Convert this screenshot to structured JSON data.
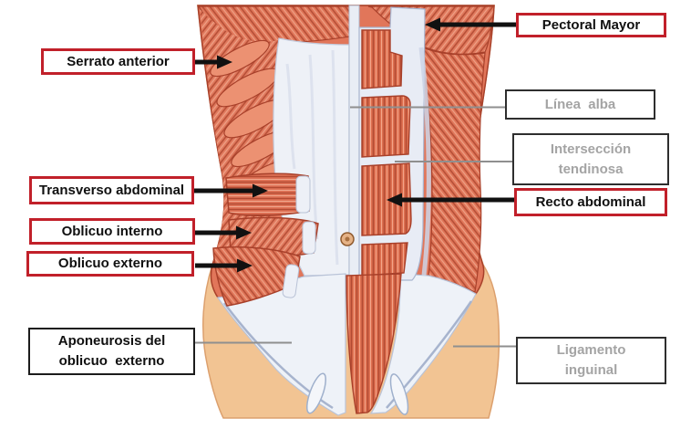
{
  "figure": {
    "subject": "Músculos del abdomen - diagrama anatómico etiquetado",
    "labels": {
      "pectoral_mayor": {
        "text": "Pectoral Mayor",
        "style": "red",
        "connector": "black-arrow"
      },
      "serrato_anterior": {
        "text": "Serrato anterior",
        "style": "red",
        "connector": "black-arrow"
      },
      "linea_alba": {
        "text": "Línea  alba",
        "style": "gray",
        "connector": "gray-line"
      },
      "interseccion_tendinosa": {
        "text": "Intersección\ntendinosa",
        "style": "gray",
        "connector": "gray-line"
      },
      "recto_abdominal": {
        "text": "Recto abdominal",
        "style": "red",
        "connector": "black-arrow"
      },
      "transverso_abdominal": {
        "text": "Transverso abdominal",
        "style": "red",
        "connector": "black-arrow"
      },
      "oblicuo_interno": {
        "text": "Oblicuo interno",
        "style": "red",
        "connector": "black-arrow"
      },
      "oblicuo_externo": {
        "text": "Oblicuo externo",
        "style": "red",
        "connector": "black-arrow"
      },
      "aponeurosis_oblicuo_externo": {
        "text": "Aponeurosis del\noblicuo  externo",
        "style": "black",
        "connector": "gray-line"
      },
      "ligamento_inguinal": {
        "text": "Ligamento\ninguinal",
        "style": "gray",
        "connector": "gray-line"
      }
    },
    "colors": {
      "red_box_border": "#c1202a",
      "dark_box_border": "#1c1c1c",
      "gray_label_text": "#a4a4a4",
      "arrow_black": "#111111",
      "pointer_line_gray": "#8f8f8f",
      "muscle": "#e1765a",
      "muscle_outline": "#a8402a",
      "tendon_white": "#eef1f7",
      "skin": "#f2c493"
    }
  }
}
